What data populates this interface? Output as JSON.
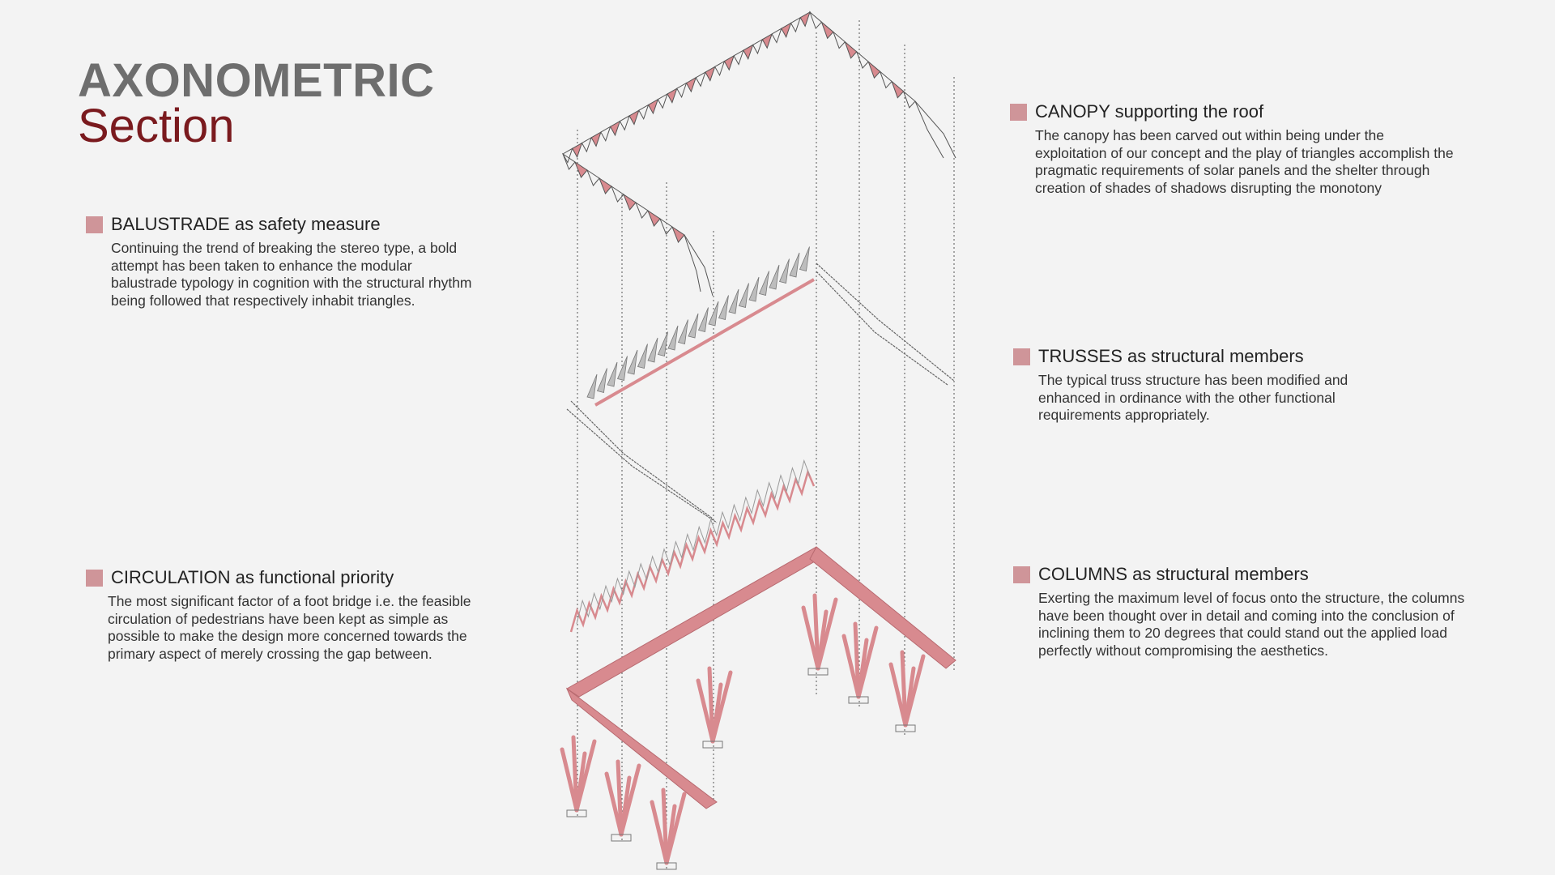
{
  "title": {
    "main": "AXONOMETRIC",
    "sub": "Section"
  },
  "colors": {
    "accent": "#cf9599",
    "title_gray": "#6e6e6e",
    "title_red": "#7a1a1e",
    "structure": "#d88a8f",
    "background": "#f3f3f3"
  },
  "notes": {
    "balustrade": {
      "keyword": "BALUSTRADE",
      "rest": " as safety measure",
      "body": "Continuing the trend of breaking the stereo type, a bold attempt has been taken to enhance the modular balustrade typology in cognition with the structural rhythm being followed that respectively inhabit triangles."
    },
    "circulation": {
      "keyword": "CIRCULATION",
      "rest": " as functional priority",
      "body": "The most significant factor of a foot bridge i.e. the feasible circulation of pedestrians have been kept as simple as possible to make the design more concerned towards the primary aspect of merely crossing the gap between."
    },
    "canopy": {
      "keyword": "CANOPY",
      "rest": " supporting the roof",
      "body": "The canopy has been carved out within being under the exploitation of our concept and the play of triangles accomplish the pragmatic requirements of solar panels and the shelter through creation of shades of shadows disrupting the monotony"
    },
    "trusses": {
      "keyword": "TRUSSES",
      "rest": " as structural members",
      "body": "The typical truss structure has been modified and enhanced in ordinance with the other functional requirements appropriately."
    },
    "columns": {
      "keyword": "COLUMNS",
      "rest": " as structural members",
      "body": "Exerting the maximum level of focus onto the structure, the columns have been thought over in detail and coming into the conclusion of inclining them to 20 degrees that could stand out the applied load perfectly without compromising the aesthetics."
    }
  }
}
